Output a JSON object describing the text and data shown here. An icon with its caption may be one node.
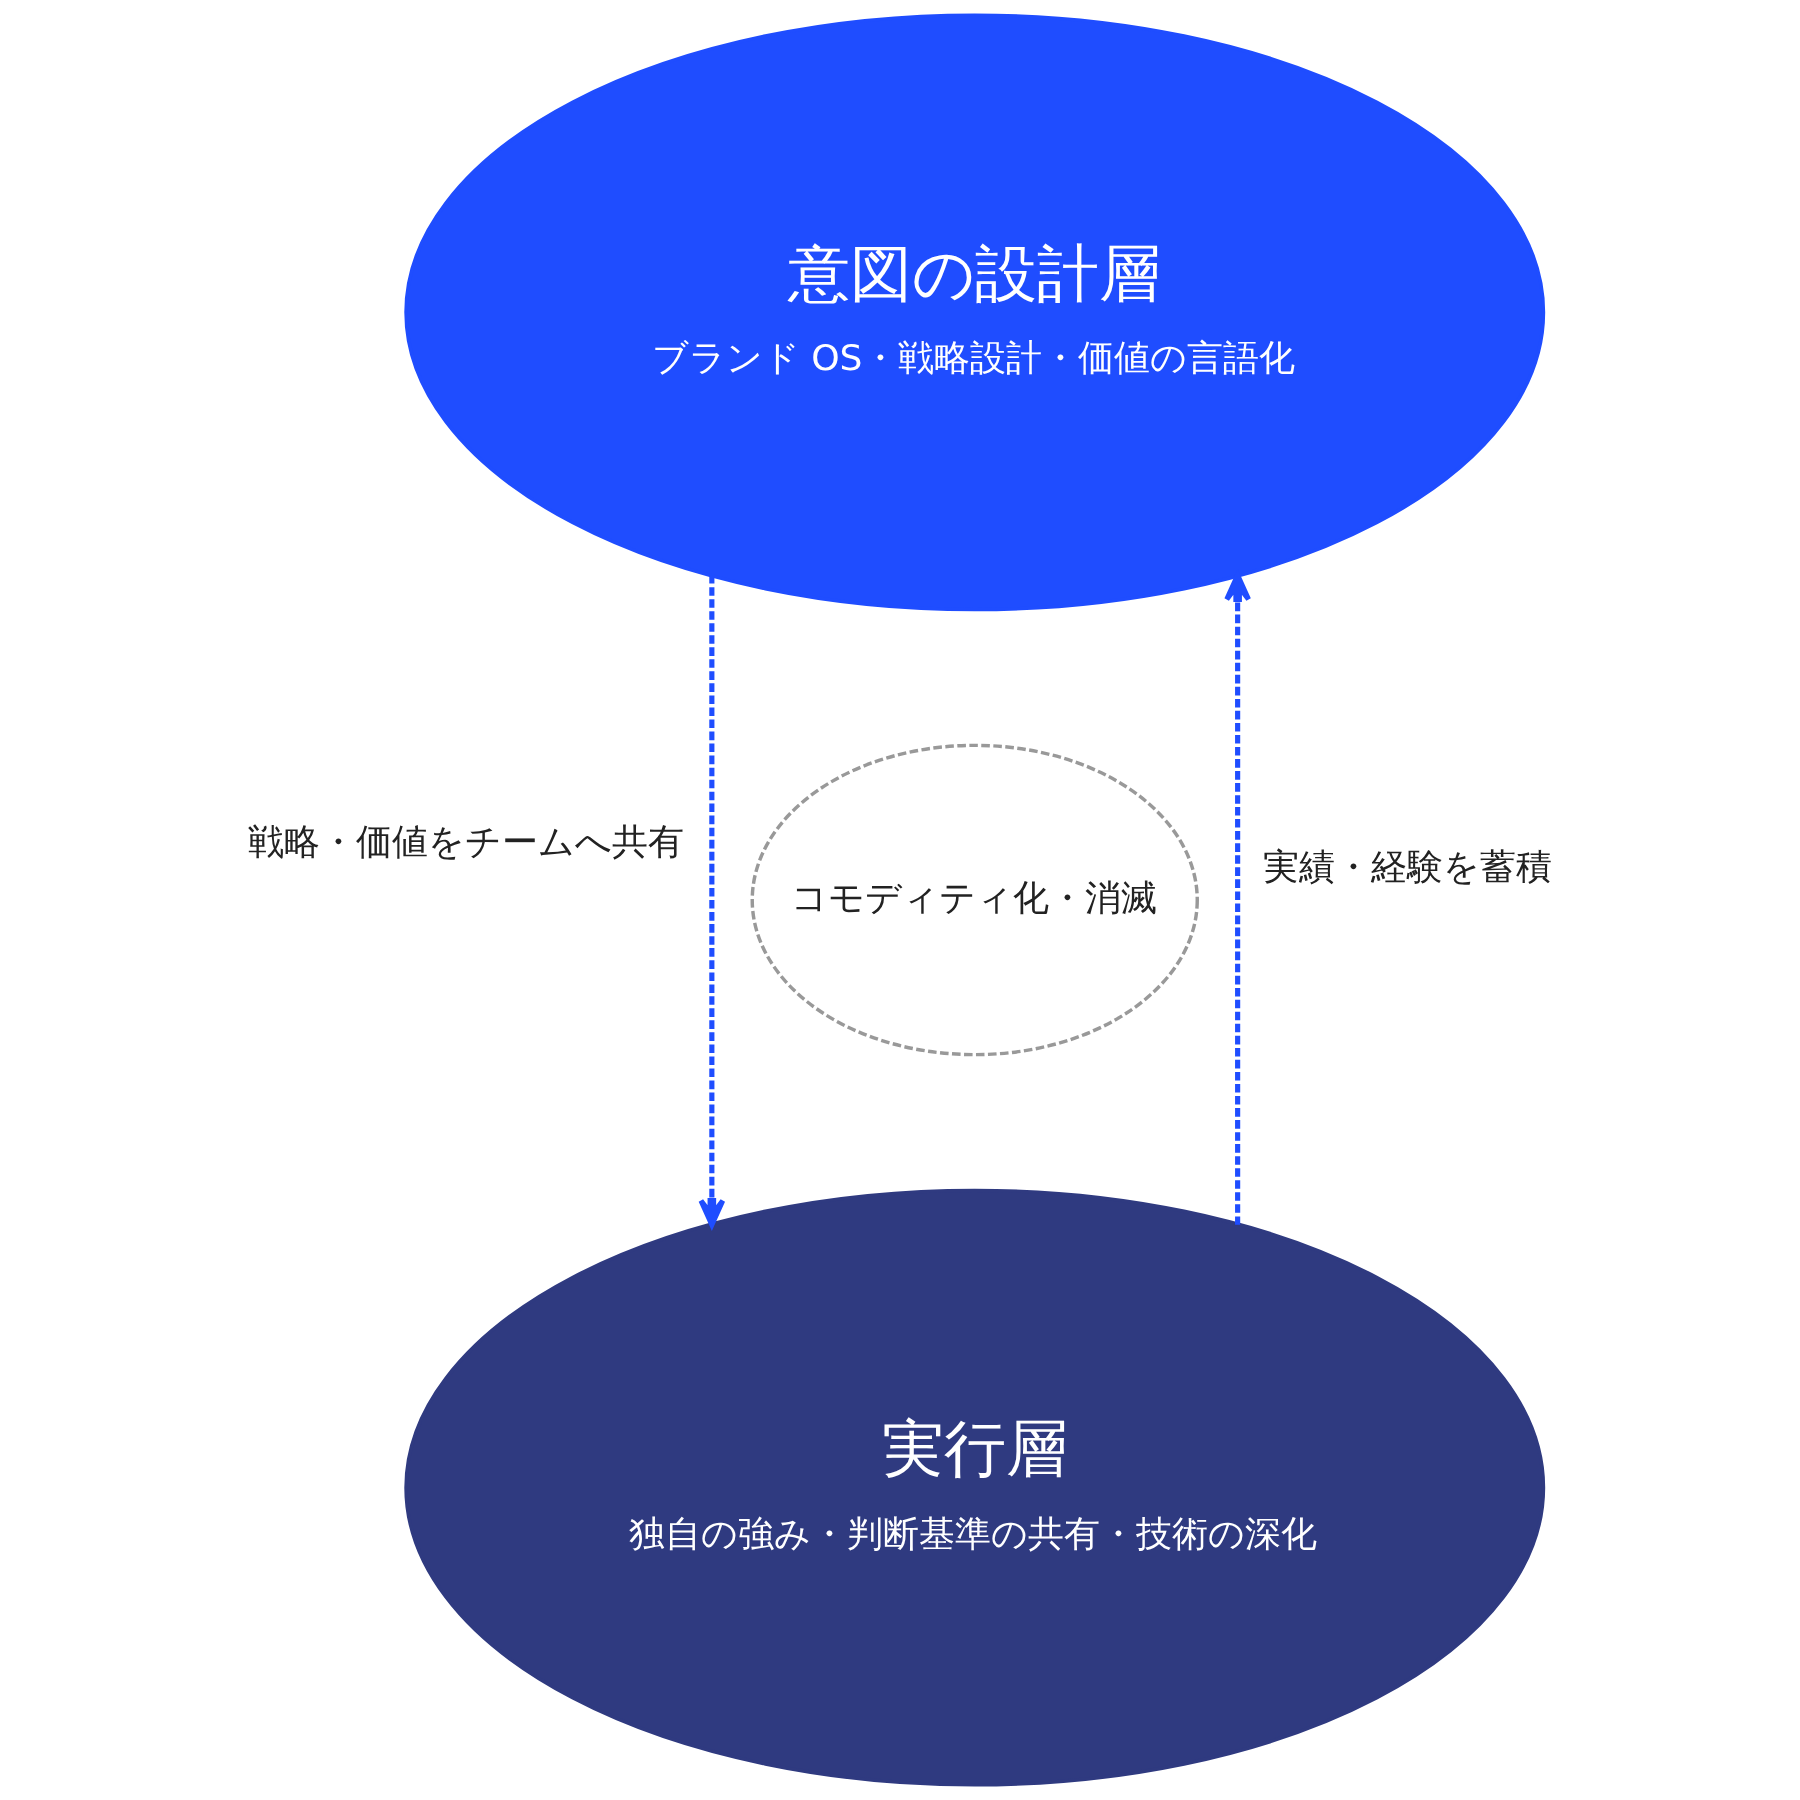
{
  "diagram": {
    "nodes": [
      {
        "text": [
          "意図の設計層",
          "ブランド OS・戦略設計・価値の言語化"
        ]
      },
      {
        "text": [
          "コモディティ化・消滅"
        ]
      },
      {
        "text": [
          "実行層",
          "独自の強み・判断基準の共有・技術の深化"
        ]
      }
    ],
    "edges": [
      {
        "from": 0,
        "to": 2,
        "arrow": "to",
        "label": "戦略・価値をチームへ共有",
        "style": "dashed"
      },
      {
        "from": 2,
        "to": 0,
        "arrow": "to",
        "label": "実績・経験を蓄積",
        "style": "dashed"
      }
    ]
  }
}
